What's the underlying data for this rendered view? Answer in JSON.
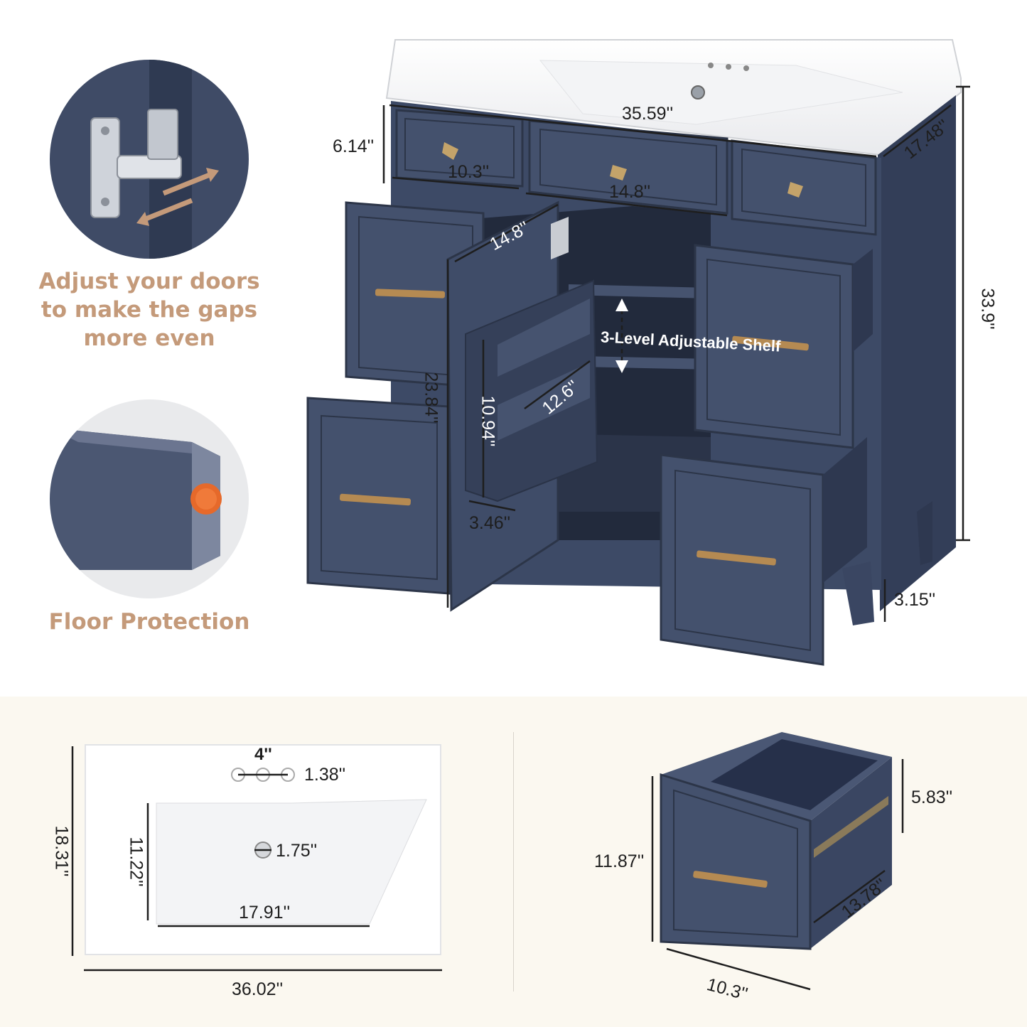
{
  "features": {
    "hinge_callout": [
      "Adjust your doors",
      "to make the gaps",
      "more even"
    ],
    "floor_callout": "Floor Protection",
    "shelf_label": "3-Level Adjustable Shelf"
  },
  "dimensions": {
    "top_width": "35.59''",
    "top_depth": "17.48''",
    "total_height": "33.9''",
    "drawer_height": "6.14''",
    "small_drawer_width": "10.3''",
    "center_drawer_width": "14.8''",
    "door_width": "14.8''",
    "door_height": "23.84''",
    "rack_height": "10.94''",
    "rack_depth": "12.6''",
    "rack_width": "3.46''",
    "leg_height": "3.15''"
  },
  "sink": {
    "faucet_spacing": "4''",
    "faucet_hole": "1.38''",
    "drain_hole": "1.75''",
    "basin_depth": "11.22''",
    "basin_width": "17.91''",
    "overall_depth": "18.31''",
    "overall_width": "36.02''"
  },
  "drawer": {
    "inner_height": "5.83''",
    "front_height": "11.87''",
    "depth": "13.78''",
    "width": "10.3''"
  },
  "colors": {
    "cabinet": "#3d4a66",
    "cabinet_dark": "#2e3850",
    "accent": "#c49a7a",
    "brass": "#b58a52",
    "bottom_bg": "#fbf8f0"
  }
}
